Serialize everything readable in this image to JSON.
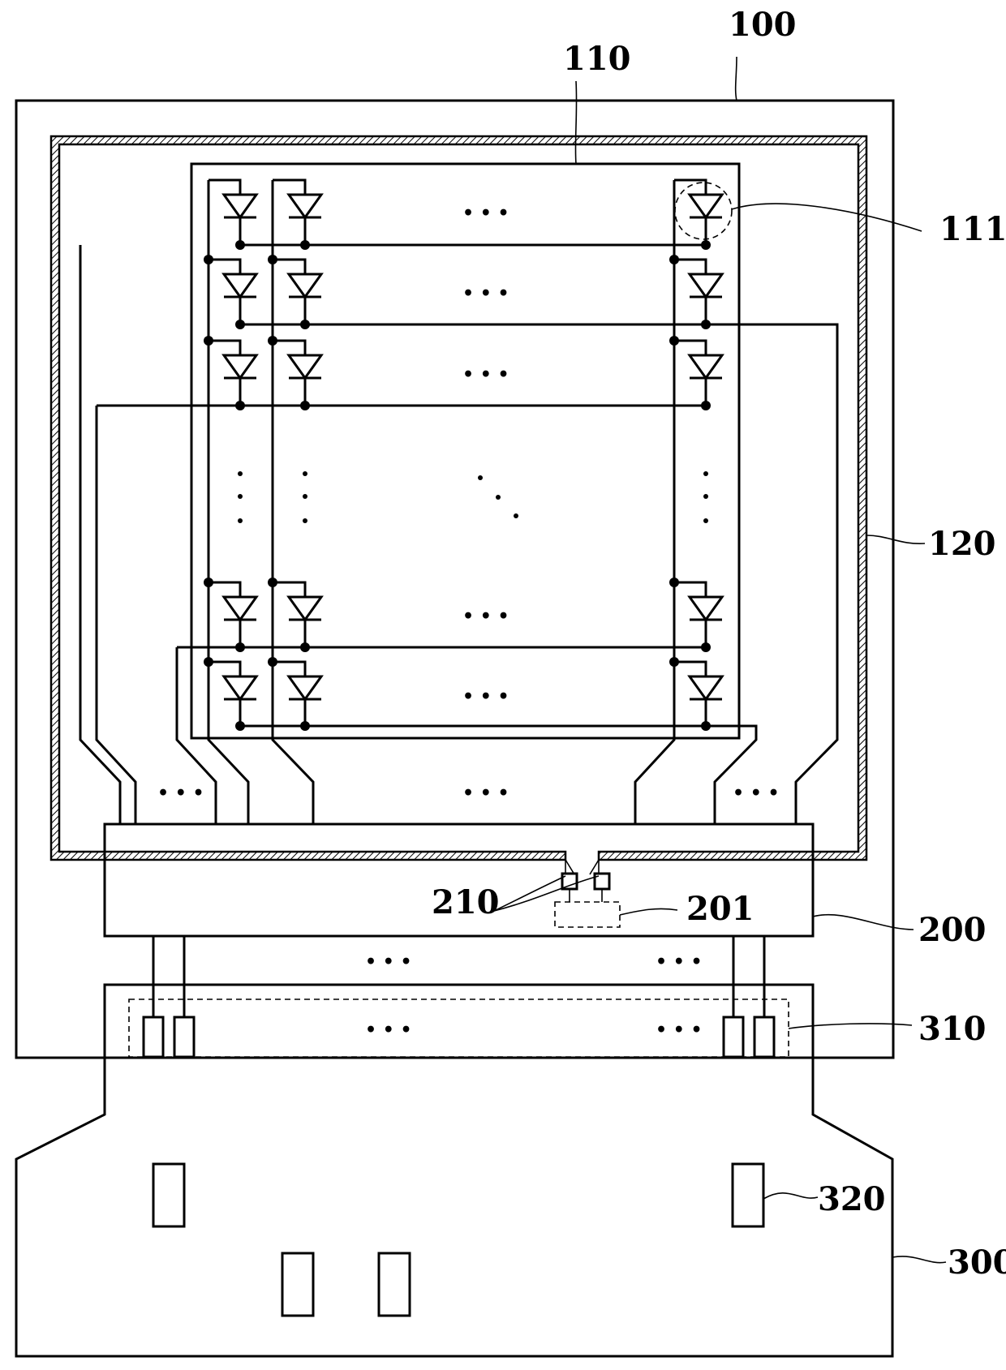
{
  "labels": {
    "display_panel": "100",
    "pixel_area": "110",
    "pixel": "111",
    "sealing_member": "120",
    "driver_chip": "200",
    "driver_circuit": "201",
    "pads": "210",
    "flexible_board": "300",
    "board_pads": "310",
    "board_components": "320"
  },
  "ellipsis": "• • •",
  "colors": {
    "line": "#000000",
    "background": "#ffffff"
  }
}
